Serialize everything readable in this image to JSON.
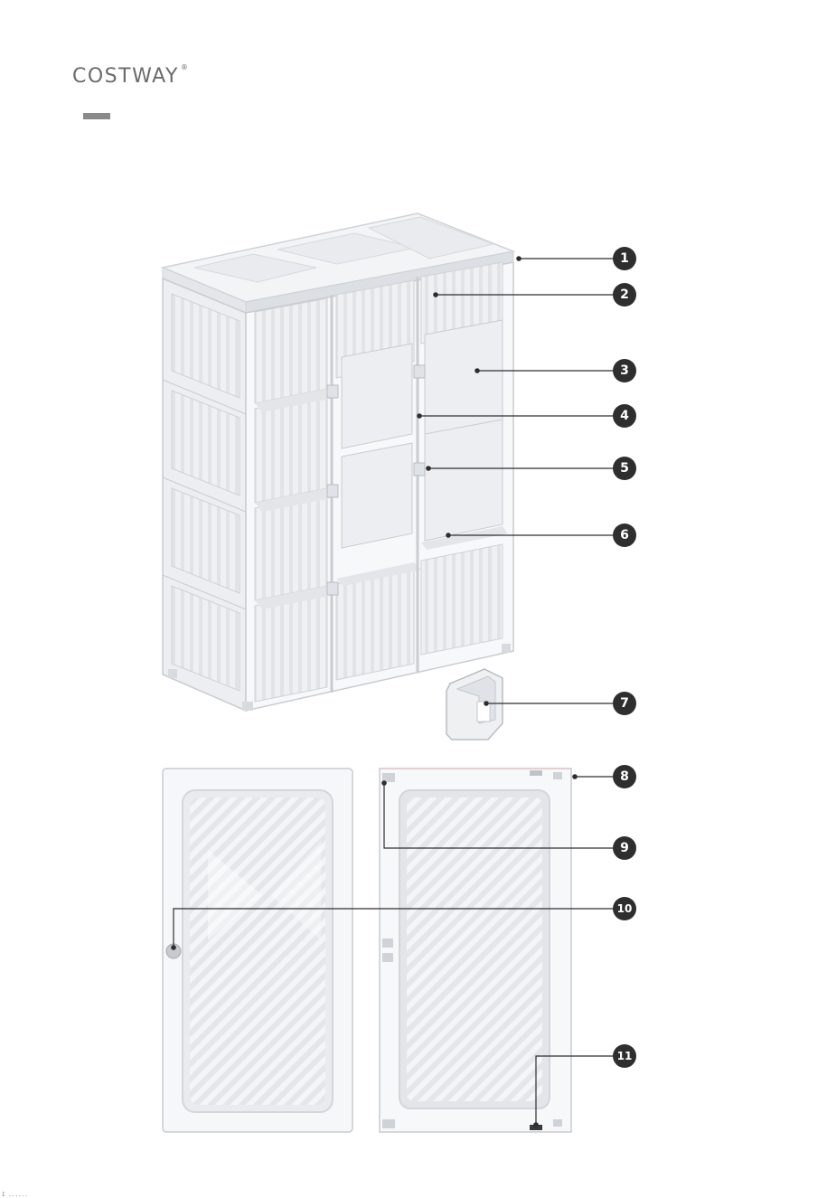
{
  "brand": {
    "name": "COSTWAY",
    "registered": "®"
  },
  "callouts": [
    "1",
    "2",
    "3",
    "4",
    "5",
    "6",
    "7",
    "8",
    "9",
    "10",
    "11"
  ],
  "footer": {
    "mark": "I ......"
  }
}
